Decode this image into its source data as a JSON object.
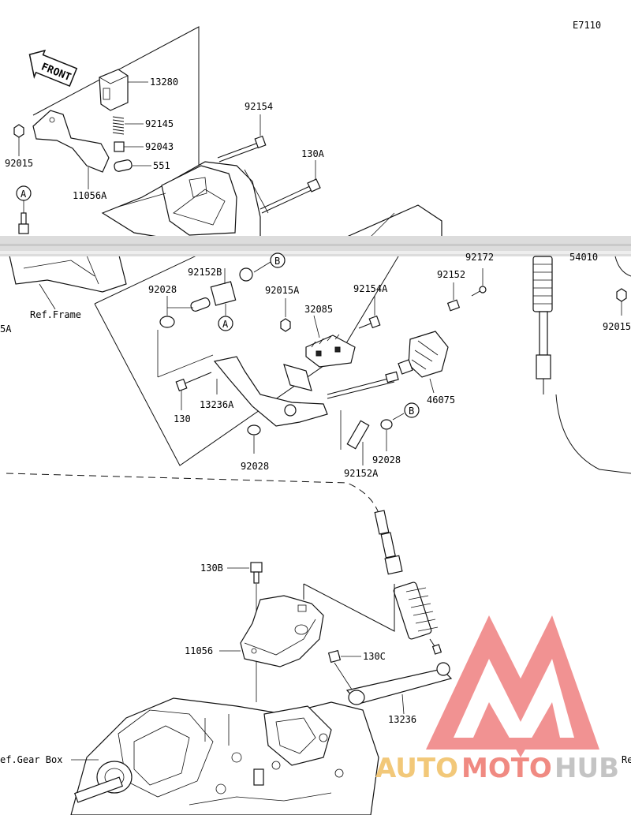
{
  "diagram_code": "E7110",
  "front_label": "FRONT",
  "parts": {
    "p13280": "13280",
    "p92145": "92145",
    "p92043": "92043",
    "p551": "551",
    "p11056A": "11056A",
    "p92015_left": "92015",
    "p92154": "92154",
    "p130A": "130A",
    "p92152B": "92152B",
    "p92028_top": "92028",
    "p92015A": "92015A",
    "p92154A": "92154A",
    "p32085": "32085",
    "p92172": "92172",
    "p54010": "54010",
    "p92152": "92152",
    "p92015_right": "92015",
    "p46075": "46075",
    "p130": "130",
    "p13236A": "13236A",
    "p92028_bottom": "92028",
    "p92152A": "92152A",
    "p92028_right": "92028",
    "p130B": "130B",
    "p11056": "11056",
    "p130C": "130C",
    "p13236": "13236",
    "p15A": "5A"
  },
  "callouts": {
    "a_top": "A",
    "a_mid": "A",
    "b_top": "B",
    "b_right": "B"
  },
  "refs": {
    "frame": "Ref.Frame",
    "gear_box": "ef.Gear Box",
    "right_cut": "Re"
  },
  "watermark": {
    "auto": "AUTO",
    "moto": "MOTO",
    "hub": "HUB",
    "color_auto": "#f2c879",
    "color_moto": "#f08a82",
    "color_hub": "#c4c4c4",
    "logo_color": "#ef7f7f"
  }
}
